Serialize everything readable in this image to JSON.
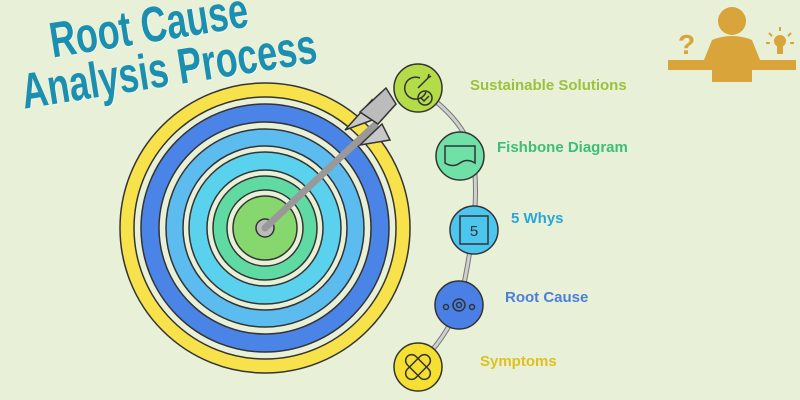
{
  "title": {
    "line1": "Root Cause",
    "line2": "Analysis Process"
  },
  "steps": [
    {
      "label": "Sustainable Solutions",
      "icon": "target-check-icon",
      "color": "#b4dc48",
      "text_color": "#9bc23a"
    },
    {
      "label": "Fishbone Diagram",
      "icon": "document-icon",
      "color": "#6fe0a6",
      "text_color": "#3dbd78"
    },
    {
      "label": "5 Whys",
      "icon": "number-five-icon",
      "icon_text": "5",
      "color": "#4cc6ef",
      "text_color": "#2aa6d6"
    },
    {
      "label": "Root Cause",
      "icon": "node-icon",
      "color": "#4a80e6",
      "text_color": "#4a7fdc"
    },
    {
      "label": "Symptoms",
      "icon": "bandage-icon",
      "color": "#f5df30",
      "text_color": "#dcc21e"
    }
  ],
  "colors": {
    "title": "#1a8fb0",
    "person": "#d9a43a",
    "background": "#e9f0d8"
  }
}
